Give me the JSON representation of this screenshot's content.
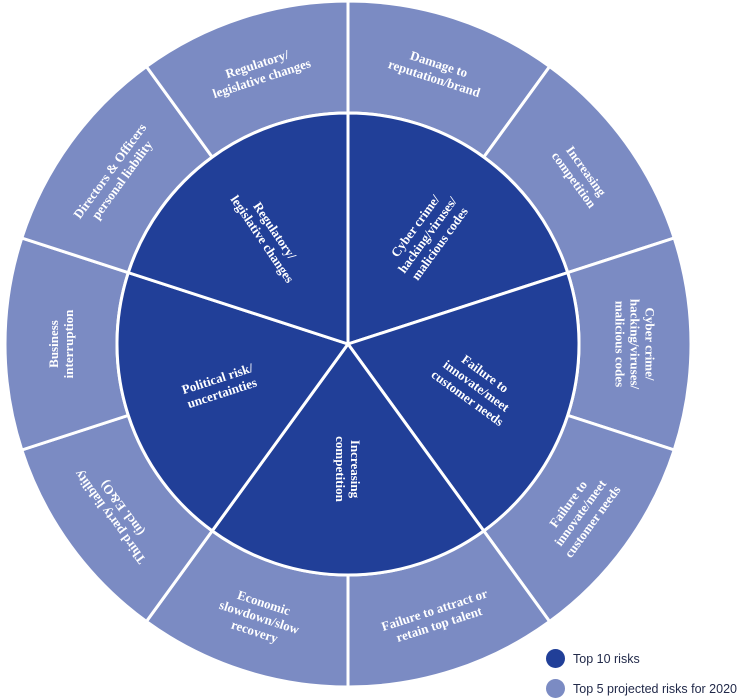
{
  "colors": {
    "top10": "#213f98",
    "projected2020": "#7b8bc3",
    "divider": "#ffffff"
  },
  "inner_ring": [
    {
      "lines": [
        "Cyber crime/",
        "hacking/viruses/",
        "malicious codes"
      ]
    },
    {
      "lines": [
        "Failure to",
        "innovate/meet",
        "customer needs"
      ]
    },
    {
      "lines": [
        "Increasing",
        "competition"
      ]
    },
    {
      "lines": [
        "Political risk/",
        "uncertainties"
      ]
    },
    {
      "lines": [
        "Regulatory/",
        "legislative changes"
      ]
    }
  ],
  "outer_ring": [
    {
      "lines": [
        "Damage to",
        "reputation/brand"
      ]
    },
    {
      "lines": [
        "Increasing",
        "competition"
      ]
    },
    {
      "lines": [
        "Cyber crime/",
        "hacking/viruses/",
        "malicious codes"
      ]
    },
    {
      "lines": [
        "Failure to",
        "innovate/meet",
        "customer needs"
      ]
    },
    {
      "lines": [
        "Failure to attract or",
        "retain top talent"
      ]
    },
    {
      "lines": [
        "Economic",
        "slowdown/slow",
        "recovery"
      ]
    },
    {
      "lines": [
        "Third party liability",
        "(incl. E&O)"
      ]
    },
    {
      "lines": [
        "Business",
        "interruption"
      ]
    },
    {
      "lines": [
        "Directors & Officers",
        "personal liability"
      ]
    },
    {
      "lines": [
        "Regulatory/",
        "legislative changes"
      ]
    }
  ],
  "legend": [
    {
      "label": "Top 10 risks",
      "color": "#213f98"
    },
    {
      "label": "Top 5 projected risks for 2020",
      "color": "#7b8bc3"
    }
  ]
}
